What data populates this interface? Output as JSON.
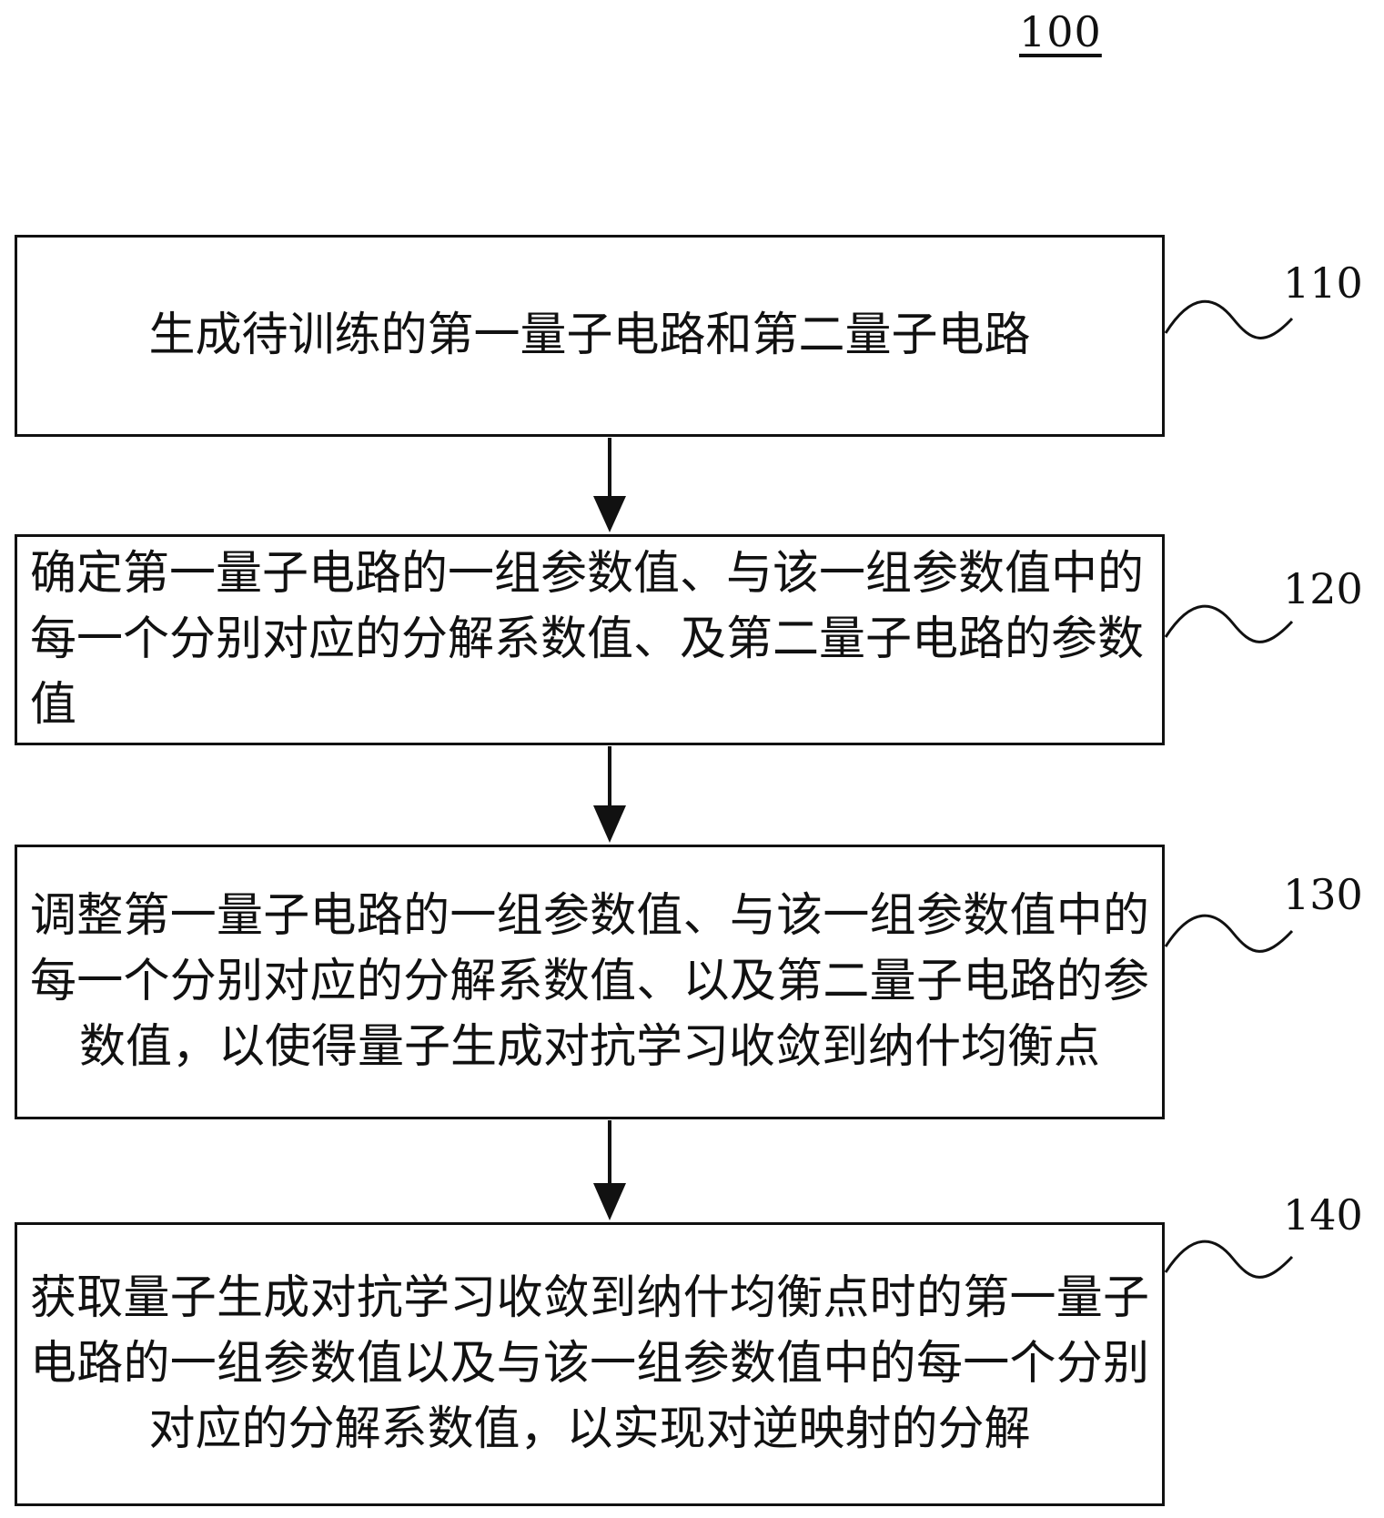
{
  "figure_label": "100",
  "steps": [
    {
      "ref": "110",
      "text": "生成待训练的第一量子电路和第二量子电路"
    },
    {
      "ref": "120",
      "text": "确定第一量子电路的一组参数值、与该一组参数值中的每一个分别对应的分解系数值、及第二量子电路的参数值"
    },
    {
      "ref": "130",
      "text": "调整第一量子电路的一组参数值、与该一组参数值中的每一个分别对应的分解系数值、以及第二量子电路的参数值，以使得量子生成对抗学习收敛到纳什均衡点"
    },
    {
      "ref": "140",
      "text": "获取量子生成对抗学习收敛到纳什均衡点时的第一量子电路的一组参数值以及与该一组参数值中的每一个分别对应的分解系数值，以实现对逆映射的分解"
    }
  ]
}
